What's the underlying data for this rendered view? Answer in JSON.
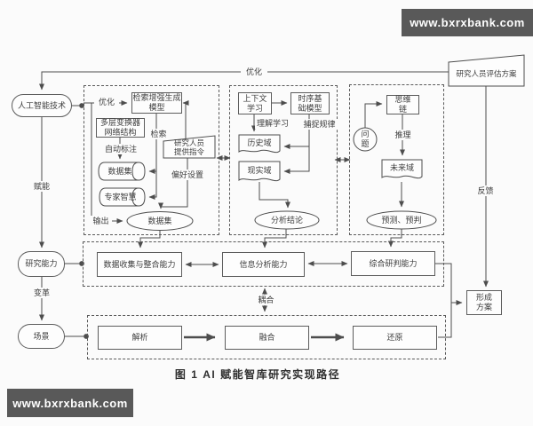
{
  "colors": {
    "line": "#4d4d4d",
    "box_border": "#5c5c5c",
    "box_fill": "#fdfdfd",
    "background": "#fbfbfb",
    "text": "#3d3d3d",
    "watermark_bg": "#595959",
    "watermark_text": "#ffffff"
  },
  "watermarks": {
    "top_right": "www.bxrxbank.com",
    "bottom_left": "www.bxrxbank.com"
  },
  "caption": "图 1  AI 赋能智库研究实现路径",
  "left_column": {
    "ai_tech": "人工智能技术",
    "empower": "赋能",
    "research_ability": "研究能力",
    "transform": "变革",
    "scene": "场景"
  },
  "top_flow": {
    "optimize": "优化",
    "evaluator": "研究人员评估方案",
    "feedback": "反馈",
    "form_plan": "形成方案"
  },
  "rag_box": {
    "optimize": "优化",
    "rag_model": "检索增强生成模型",
    "transformer": "多层变换器网络结构",
    "retrieve": "检索",
    "auto_label": "自动标注",
    "dataset_store": "数据集",
    "researcher_instruction": "研究人员提供指令",
    "preference": "偏好设置",
    "expert_wisdom": "专家智慧",
    "output": "输出",
    "dataset_result": "数据集"
  },
  "temporal_box": {
    "context_learning": "上下文学习",
    "temporal_model": "时序基础模型",
    "understand": "理解学习",
    "capture": "捕捉规律",
    "history_domain": "历史域",
    "reality_domain": "现实域",
    "conclusion": "分析结论"
  },
  "reasoning_box": {
    "chain_of_thought": "思维链",
    "question": "问题",
    "reasoning": "推理",
    "future_domain": "未来域",
    "prediction": "预测、预判"
  },
  "capability_row": {
    "data_collect": "数据收集与整合能力",
    "info_analysis": "信息分析能力",
    "judgement": "综合研判能力",
    "couple": "耦合"
  },
  "scene_row": {
    "parse": "解析",
    "fuse": "融合",
    "restore": "还原"
  }
}
